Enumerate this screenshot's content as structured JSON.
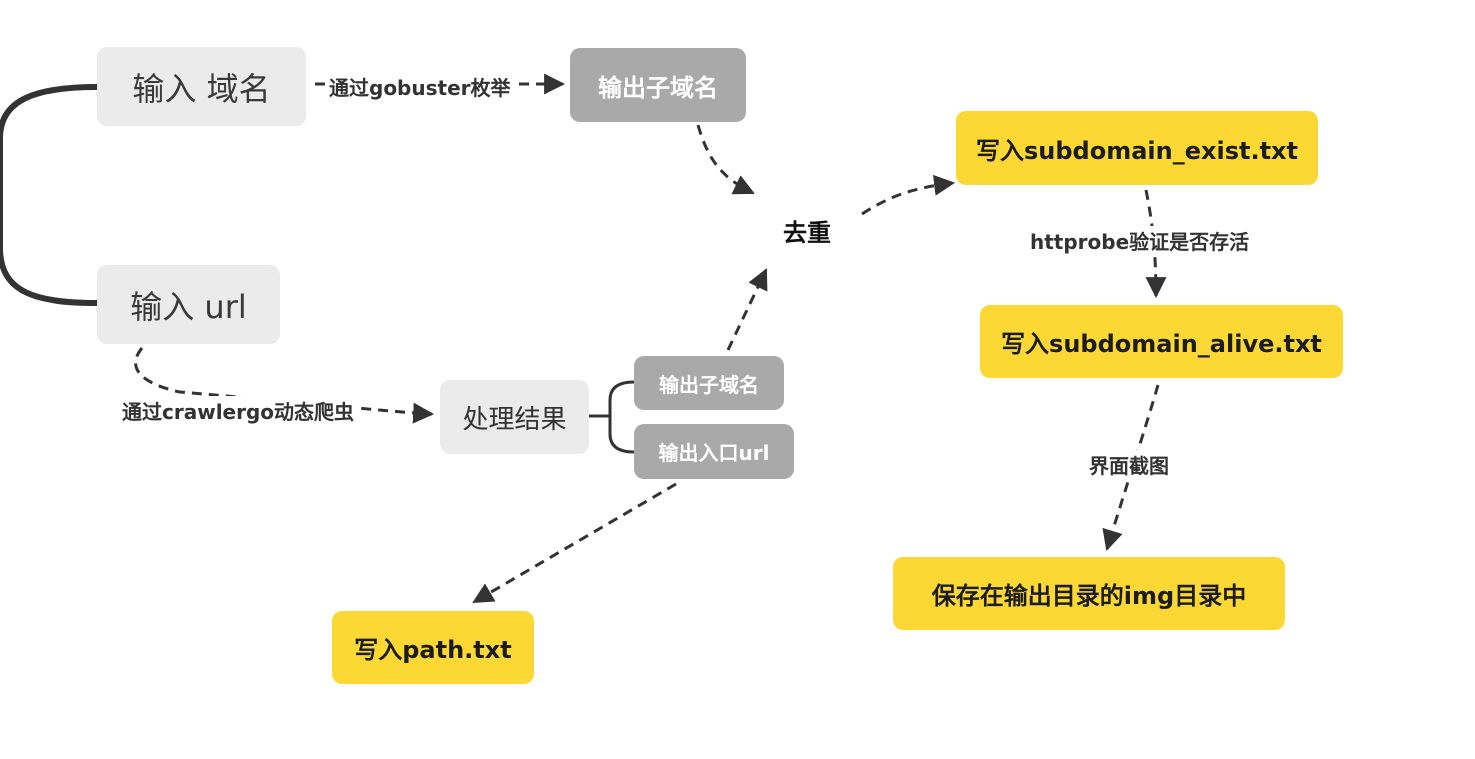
{
  "nodes": {
    "input_domain": "输入 域名",
    "input_url": "输入 url",
    "output_subdomain_top": "输出子域名",
    "dedupe": "去重",
    "write_subdomain_exist": "写入subdomain_exist.txt",
    "write_subdomain_alive": "写入subdomain_alive.txt",
    "save_img": "保存在输出目录的img目录中",
    "process_result": "处理结果",
    "output_subdomain_bottom": "输出子域名",
    "output_entry_url": "输出入口url",
    "write_path": "写入path.txt"
  },
  "edges": {
    "gobuster": "通过gobuster枚举",
    "crawlergo": "通过crawlergo动态爬虫",
    "httprobe": "httprobe验证是否存活",
    "screenshot": "界面截图"
  },
  "colors": {
    "connector": "#333333",
    "yellow": "#fbd834",
    "grey": "#a9a9a9",
    "light": "#ebebeb"
  }
}
